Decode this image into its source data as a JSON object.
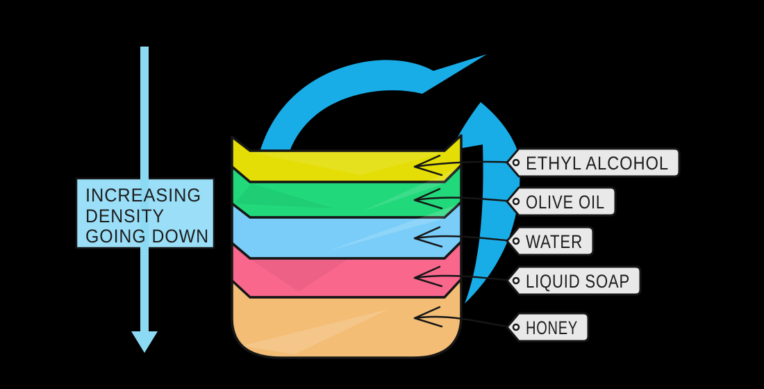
{
  "density_note": {
    "lines": [
      "INCREASING",
      "DENSITY",
      "GOING DOWN"
    ]
  },
  "layers": [
    {
      "name": "ethyl-alcohol",
      "label": "ETHYL ALCOHOL",
      "color": "#e4de06"
    },
    {
      "name": "olive-oil",
      "label": "OLIVE OIL",
      "color": "#21d87b"
    },
    {
      "name": "water",
      "label": "WATER",
      "color": "#79cdf8"
    },
    {
      "name": "liquid-soap",
      "label": "LIQUID SOAP",
      "color": "#f9678d"
    },
    {
      "name": "honey",
      "label": "HONEY",
      "color": "#f3bd75"
    }
  ],
  "colors": {
    "background": "#000000",
    "rotation_arrow": "#19ade8",
    "density_arrow": "#8cd9f3",
    "note_box_fill": "#9adef7",
    "tag_fill": "#e9e9e9",
    "outline": "#161616"
  }
}
